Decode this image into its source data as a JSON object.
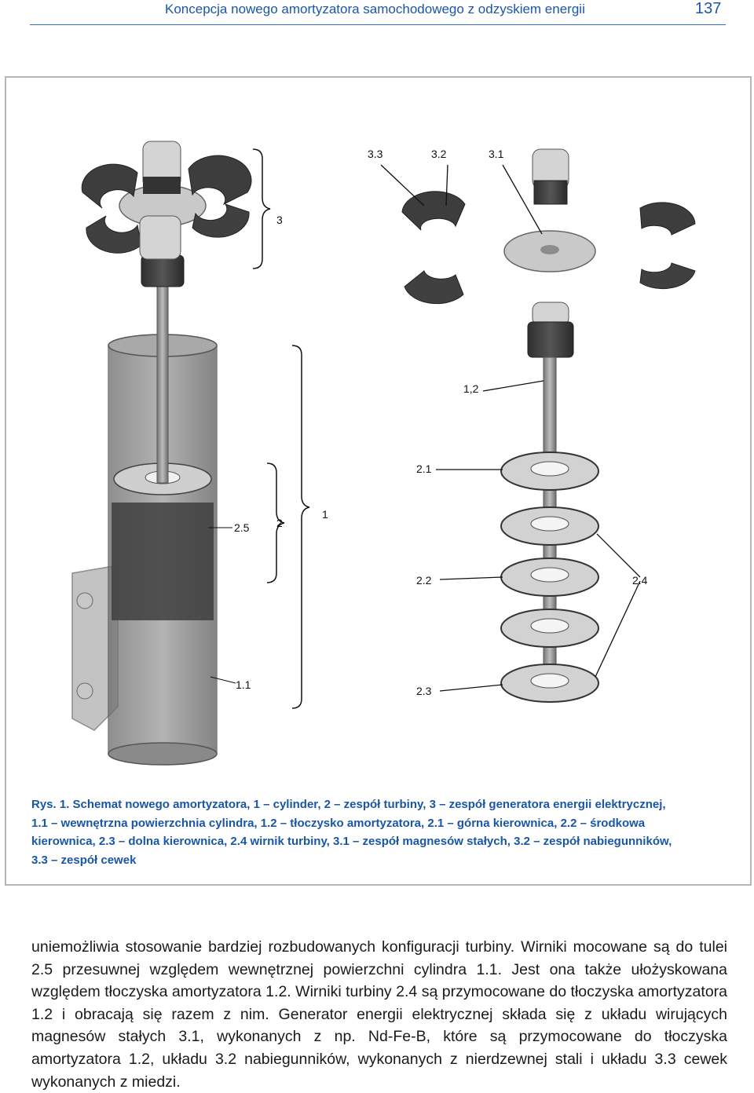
{
  "header": {
    "title": "Koncepcja nowego amortyzatora samochodowego z odzyskiem energii",
    "page_number": "137"
  },
  "figure": {
    "labels": {
      "l33": "3.3",
      "l32": "3.2",
      "l31": "3.1",
      "l3": "3",
      "l12": "1,2",
      "l21": "2.1",
      "l25": "2.5",
      "l2": "2",
      "l1": "1",
      "l22": "2.2",
      "l24": "2.4",
      "l11": "1.1",
      "l23": "2.3"
    },
    "colors": {
      "cylinder": "#5a5a5a",
      "cylinder_light": "#8c8c8c",
      "part_dark": "#3a3a3a",
      "part_light": "#d9d9d9"
    }
  },
  "caption": {
    "lead": "Rys. 1.",
    "text": "Schemat nowego amortyzatora, 1 – cylinder, 2 – zespół turbiny, 3 – zespół generatora energii elektrycznej, 1.1 – wewnętrzna powierzchnia cylindra, 1.2 – tłoczysko amortyzatora, 2.1 – górna kierownica, 2.2 – środkowa kierownica, 2.3 – dolna kierownica, 2.4 wirnik turbiny, 3.1 – zespół magnesów stałych, 3.2 – zespół nabiegunników, 3.3 – zespół cewek"
  },
  "body": {
    "paragraph": "uniemożliwia stosowanie bardziej rozbudowanych konfiguracji turbiny. Wirniki mocowane są do tulei 2.5 przesuwnej względem wewnętrznej powierzchni cylindra 1.1. Jest ona także ułożyskowana względem tłoczyska amortyzatora 1.2. Wirniki turbiny 2.4 są przymocowane do tłoczyska amortyzatora 1.2 i obracają się razem z nim. Generator energii elektrycznej składa się z układu wirujących magnesów stałych 3.1, wykonanych z np. Nd-Fe-B, które są przymocowane do tłoczyska amortyzatora 1.2, układu 3.2 nabiegunników, wykonanych z nierdzewnej stali i układu 3.3 cewek wykonanych z miedzi."
  }
}
